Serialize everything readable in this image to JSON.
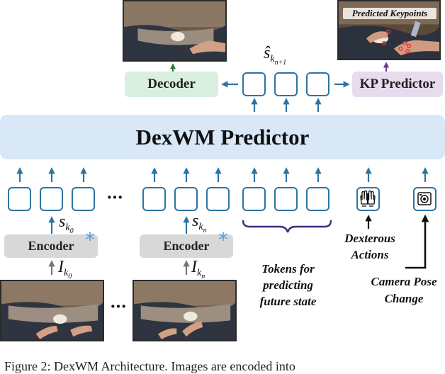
{
  "predictor": {
    "label": "DexWM Predictor"
  },
  "decoder": {
    "label": "Decoder"
  },
  "kp_predictor": {
    "label": "KP Predictor"
  },
  "predicted_keypoints": {
    "label": "Predicted Keypoints"
  },
  "encoders": [
    {
      "label": "Encoder",
      "mark": "*"
    },
    {
      "label": "Encoder",
      "mark": "*"
    }
  ],
  "symbols": {
    "s_hat": "ŝ",
    "s_hat_sub": "k",
    "s_hat_subsub": "n+1",
    "s": "s",
    "s_sub": "k",
    "s0_subsub": "0",
    "sn_subsub": "n",
    "I": "I",
    "I_sub": "k",
    "I0_subsub": "0",
    "In_subsub": "n"
  },
  "ellipsis": "···",
  "token_label": "Tokens for predicting future state",
  "dexterous_label": "Dexterous Actions",
  "camera_label": "Camera Pose Change",
  "caption": "Figure 2:  DexWM Architecture.  Images are encoded into",
  "icons": {
    "hands": "hands-icon",
    "camera": "camera-icon"
  },
  "colors": {
    "predictor_bg": "#d8e8f7",
    "decoder_bg": "#d9efdf",
    "kp_bg": "#e7dcee",
    "encoder_bg": "#d8d8d8",
    "token_border": "#2e74a0",
    "arrow": "#2e74a0"
  }
}
